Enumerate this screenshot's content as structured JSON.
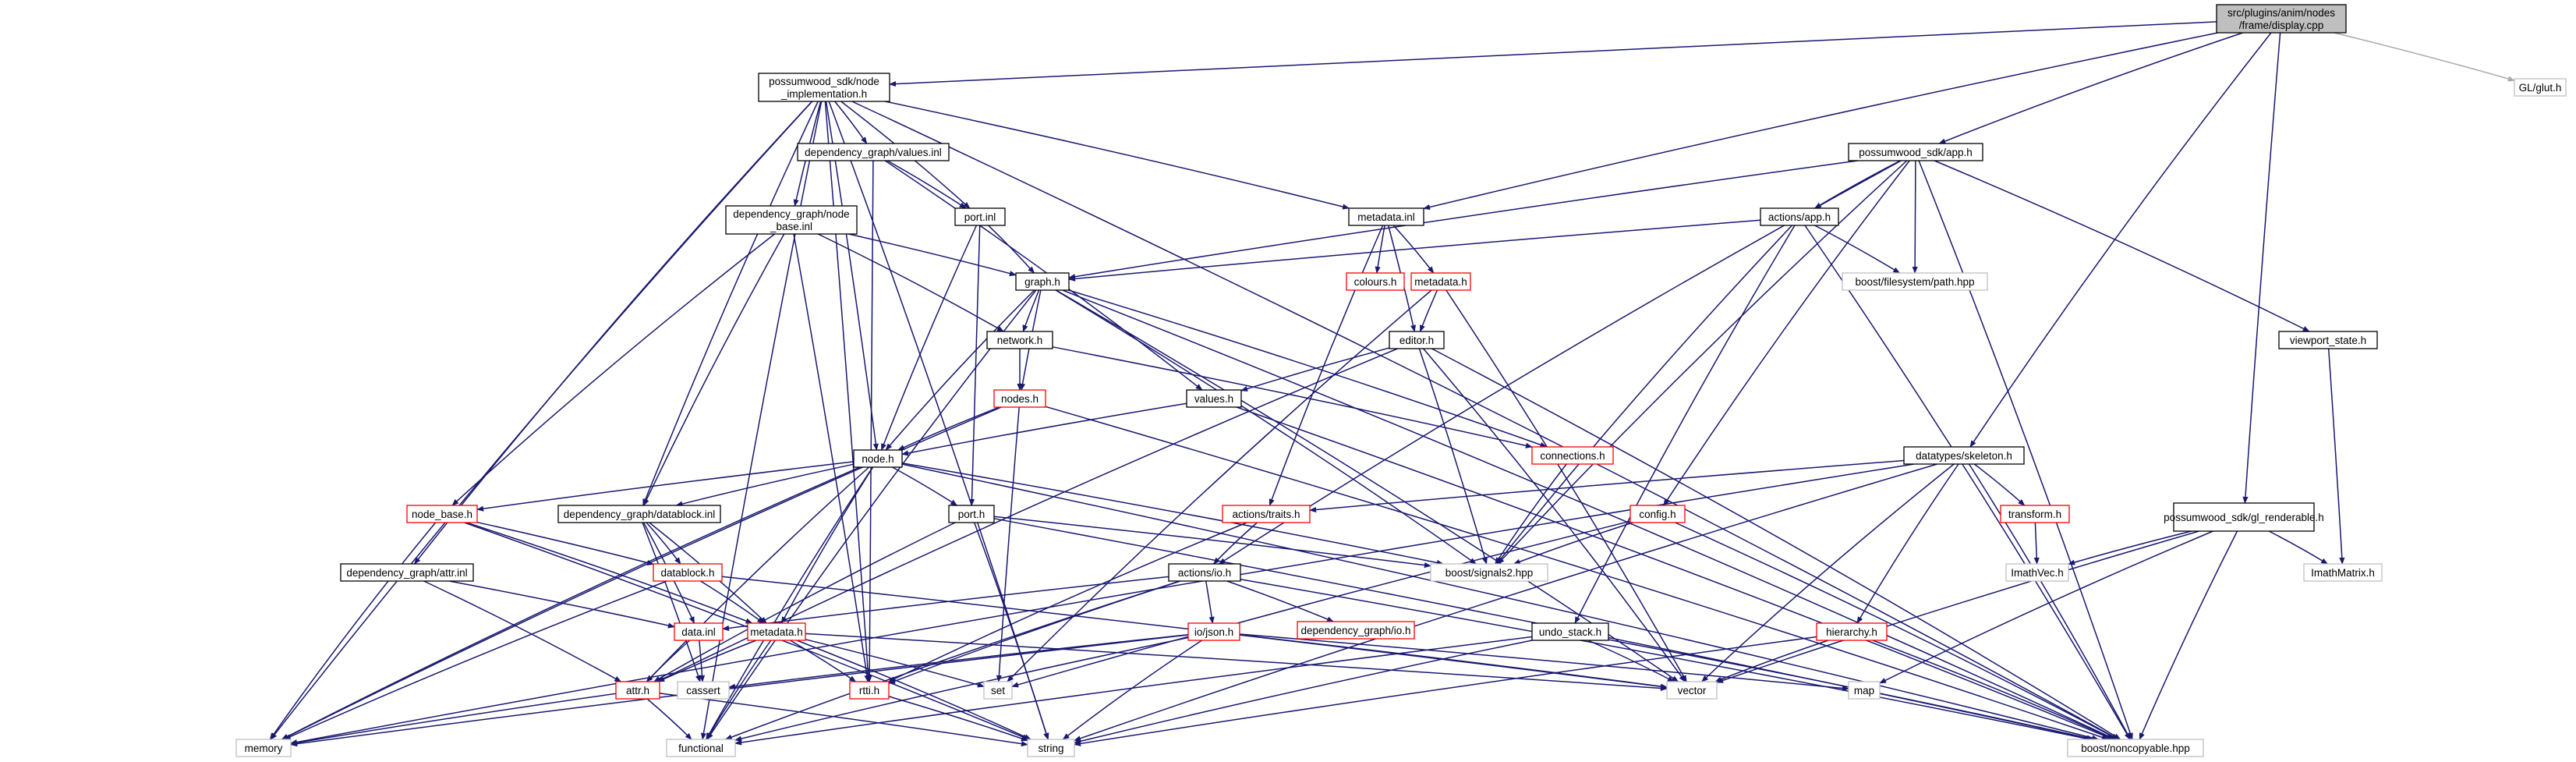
{
  "diagram": {
    "nodes": {
      "root": {
        "label1": "src/plugins/anim/nodes",
        "label2": "/frame/display.cpp"
      },
      "glut": {
        "label": "GL/glut.h"
      },
      "node_impl": {
        "label1": "possumwood_sdk/node",
        "label2": "_implementation.h"
      },
      "app_h": {
        "label": "possumwood_sdk/app.h"
      },
      "values_inl": {
        "label": "dependency_graph/values.inl"
      },
      "nodebase_inl": {
        "label1": "dependency_graph/node",
        "label2": "_base.inl"
      },
      "port_inl": {
        "label": "port.inl"
      },
      "metadata_inl": {
        "label": "metadata.inl"
      },
      "actions_app": {
        "label": "actions/app.h"
      },
      "graph_h": {
        "label": "graph.h"
      },
      "colours_h": {
        "label": "colours.h"
      },
      "metadata_h": {
        "label": "metadata.h"
      },
      "fs_path": {
        "label": "boost/filesystem/path.hpp"
      },
      "network_h": {
        "label": "network.h"
      },
      "editor_h": {
        "label": "editor.h"
      },
      "viewport_state": {
        "label": "viewport_state.h"
      },
      "nodes_h": {
        "label": "nodes.h"
      },
      "values_h": {
        "label": "values.h"
      },
      "node_h": {
        "label": "node.h"
      },
      "connections_h": {
        "label": "connections.h"
      },
      "skeleton_h": {
        "label": "datatypes/skeleton.h"
      },
      "node_base_h": {
        "label": "node_base.h"
      },
      "datablock_inl": {
        "label": "dependency_graph/datablock.inl"
      },
      "port_h": {
        "label": "port.h"
      },
      "actions_traits": {
        "label": "actions/traits.h"
      },
      "config_h": {
        "label": "config.h"
      },
      "transform_h": {
        "label": "transform.h"
      },
      "gl_renderable": {
        "label": "possumwood_sdk/gl_renderable.h"
      },
      "signals2": {
        "label": "boost/signals2.hpp"
      },
      "imathvec": {
        "label": "ImathVec.h"
      },
      "imathmatrix": {
        "label": "ImathMatrix.h"
      },
      "attr_inl": {
        "label": "dependency_graph/attr.inl"
      },
      "datablock_h": {
        "label": "datablock.h"
      },
      "actions_io": {
        "label": "actions/io.h"
      },
      "data_inl": {
        "label": "data.inl"
      },
      "metadata_h2": {
        "label": "metadata.h"
      },
      "dg_io": {
        "label": "dependency_graph/io.h"
      },
      "io_json": {
        "label": "io/json.h"
      },
      "undo_stack": {
        "label": "undo_stack.h"
      },
      "hierarchy_h": {
        "label": "hierarchy.h"
      },
      "attr_h": {
        "label": "attr.h"
      },
      "rtti_h": {
        "label": "rtti.h"
      },
      "set_h": {
        "label": "set"
      },
      "cassert": {
        "label": "cassert"
      },
      "vector": {
        "label": "vector"
      },
      "map": {
        "label": "map"
      },
      "memory": {
        "label": "memory"
      },
      "functional": {
        "label": "functional"
      },
      "string": {
        "label": "string"
      },
      "noncopyable": {
        "label": "boost/noncopyable.hpp"
      }
    }
  }
}
